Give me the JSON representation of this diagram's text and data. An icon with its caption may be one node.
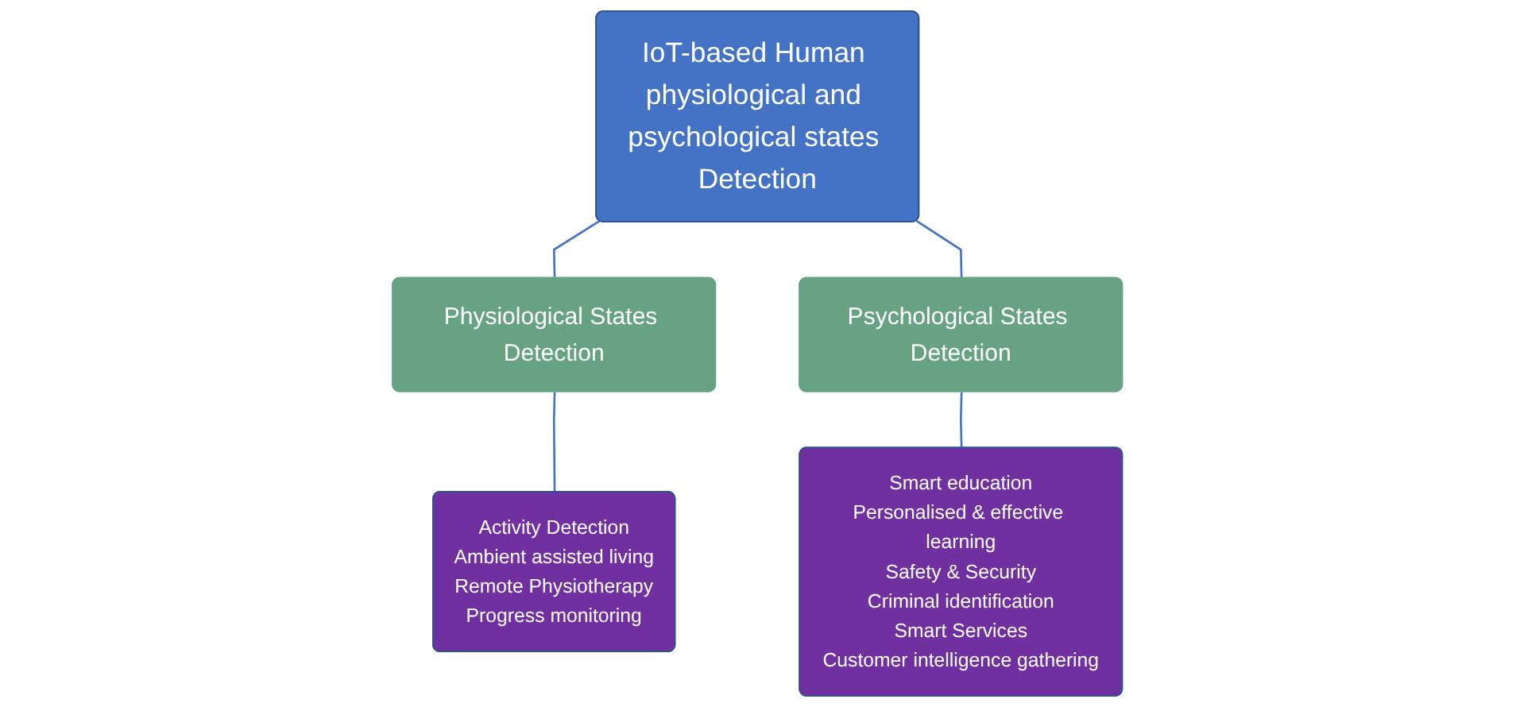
{
  "diagram": {
    "nodes": [
      {
        "text": [
          "IoT-based Human physiological and psychological states Detection"
        ]
      },
      {
        "text": [
          "Physiological States Detection"
        ]
      },
      {
        "text": [
          "Psychological States Detection"
        ]
      },
      {
        "text": [
          "Activity Detection",
          "Ambient assisted living",
          "Remote Physiotherapy",
          "Progress monitoring"
        ]
      },
      {
        "text": [
          "Smart education",
          "Personalised & effective learning",
          "Safety & Security",
          "Criminal identification",
          "Smart Services",
          "Customer intelligence gathering"
        ]
      }
    ],
    "edges": [
      {
        "from": 0,
        "to": 1,
        "arrow": "none"
      },
      {
        "from": 0,
        "to": 2,
        "arrow": "none"
      },
      {
        "from": 1,
        "to": 3,
        "arrow": "none"
      },
      {
        "from": 2,
        "to": 4,
        "arrow": "none"
      }
    ]
  }
}
